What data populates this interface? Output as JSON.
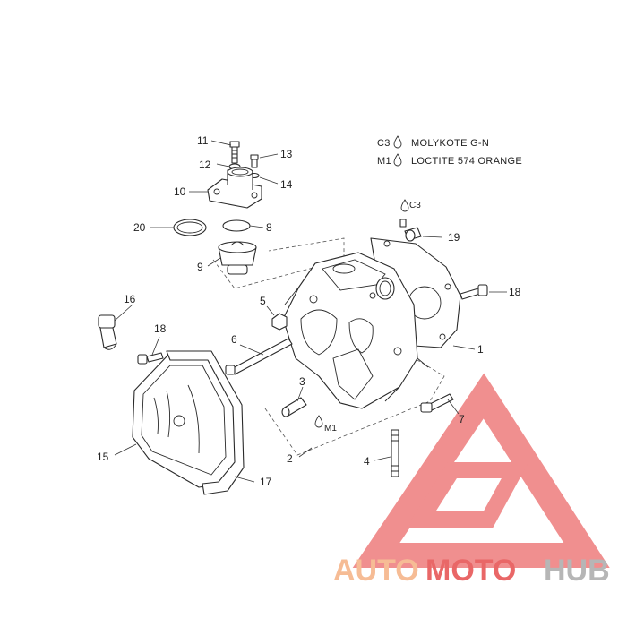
{
  "legend": {
    "items": [
      {
        "code": "C3",
        "text": "MOLYKOTE G-N"
      },
      {
        "code": "M1",
        "text": "LOCTITE 574 ORANGE"
      }
    ]
  },
  "callouts": {
    "p1": "1",
    "p2": "2",
    "p3": "3",
    "p4": "4",
    "p5": "5",
    "p6": "6",
    "p7": "7",
    "p8": "8",
    "p9": "9",
    "p10": "10",
    "p11": "11",
    "p12": "12",
    "p13": "13",
    "p14": "14",
    "p15": "15",
    "p16": "16",
    "p17": "17",
    "p18a": "18",
    "p18b": "18",
    "p19": "19",
    "p20": "20"
  },
  "symbols": {
    "c3_mark": "C3",
    "m1_mark": "M1"
  },
  "watermark": {
    "part1": "AUTO",
    "part2": "MOTO",
    "part3": "HUB",
    "colors": {
      "orange": "#f5b183",
      "red": "#e64d4d",
      "gray": "#aaaaaa"
    }
  }
}
